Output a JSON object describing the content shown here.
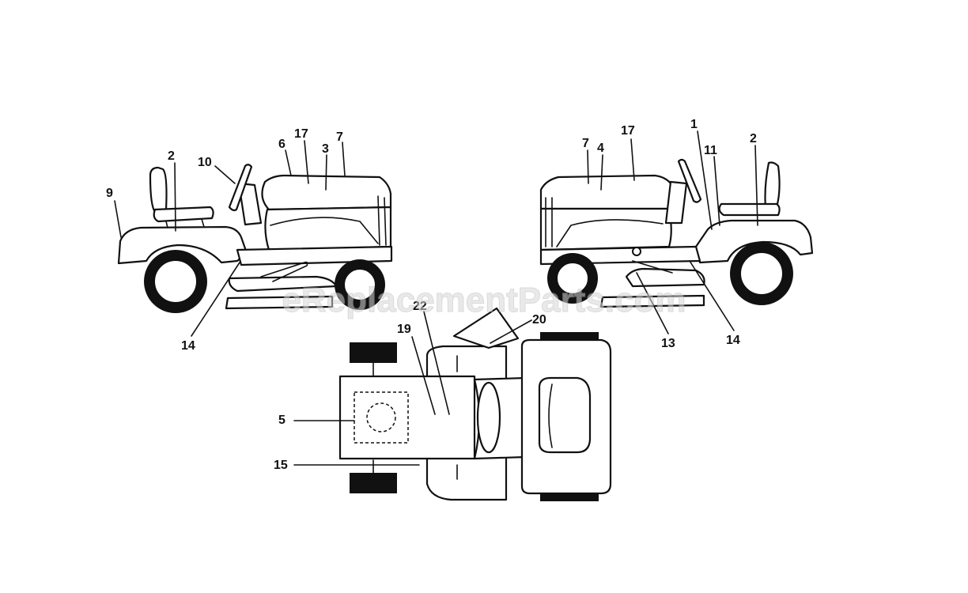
{
  "watermark": "eReplacementParts.com",
  "views": {
    "left_side": {
      "callouts": [
        "2",
        "9",
        "10",
        "6",
        "17",
        "3",
        "7",
        "14"
      ]
    },
    "right_side": {
      "callouts": [
        "7",
        "4",
        "17",
        "1",
        "11",
        "2",
        "13",
        "14"
      ]
    },
    "top": {
      "callouts": [
        "22",
        "19",
        "20",
        "5",
        "15"
      ]
    }
  }
}
